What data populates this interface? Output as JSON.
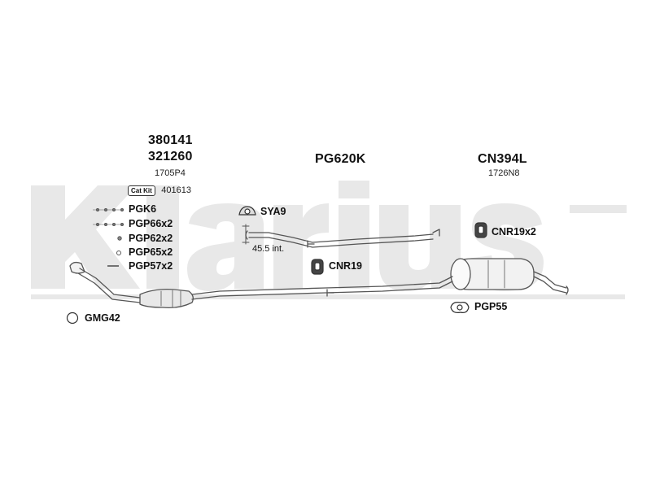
{
  "watermark": "Klarius",
  "sections": {
    "left": {
      "code1": "380141",
      "code2": "321260",
      "ref": "1705P4"
    },
    "middle": {
      "code": "PG620K"
    },
    "right": {
      "code": "CN394L",
      "ref": "1726N8"
    }
  },
  "cat_kit": {
    "badge": "Cat Kit",
    "number": "401613"
  },
  "kit_items": [
    "PGK6",
    "PGP66x2",
    "PGP62x2",
    "PGP65x2",
    "PGP57x2"
  ],
  "fittings": {
    "gmg42": "GMG42",
    "sya9": "SYA9",
    "clamp_length": "45.5 int.",
    "cnr19": "CNR19",
    "cnr19x2": "CNR19x2",
    "pgp55": "PGP55"
  },
  "colors": {
    "watermark": "#e6e6e6",
    "line": "#555555",
    "part_fill": "#f2f2f2"
  }
}
